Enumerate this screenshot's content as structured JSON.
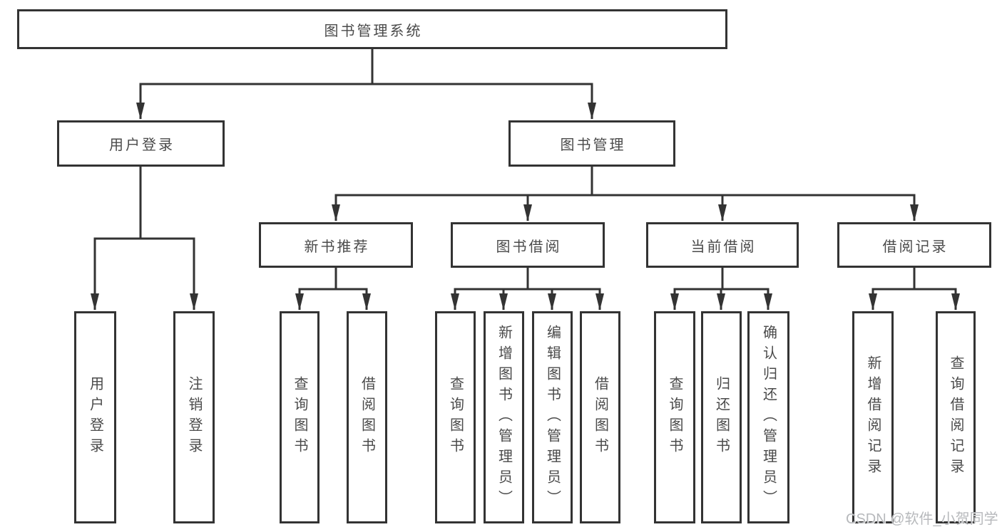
{
  "colors": {
    "line": "#333333",
    "text": "#4a4a4a",
    "watermark": "#b7b9bc",
    "background": "#ffffff"
  },
  "diagram": {
    "type": "hierarchy-tree",
    "root": {
      "label": "图书管理系统"
    },
    "level2": [
      {
        "label": "用户登录",
        "children": [
          "用户登录",
          "注销登录"
        ]
      },
      {
        "label": "图书管理",
        "children": [
          "新书推荐",
          "图书借阅",
          "当前借阅",
          "借阅记录"
        ]
      }
    ],
    "level3": [
      {
        "label": "新书推荐",
        "children": [
          "查询图书",
          "借阅图书"
        ]
      },
      {
        "label": "图书借阅",
        "children": [
          "查询图书",
          "新增图书（管理员）",
          "编辑图书（管理员）",
          "借阅图书"
        ]
      },
      {
        "label": "当前借阅",
        "children": [
          "查询图书",
          "归还图书",
          "确认归还（管理员）"
        ]
      },
      {
        "label": "借阅记录",
        "children": [
          "新增借阅记录",
          "查询借阅记录"
        ]
      }
    ],
    "leaves": [
      {
        "label": "用户登录"
      },
      {
        "label": "注销登录"
      },
      {
        "label": "查询图书"
      },
      {
        "label": "借阅图书"
      },
      {
        "label": "查询图书"
      },
      {
        "label": "新增图书（管理员）"
      },
      {
        "label": "编辑图书（管理员）"
      },
      {
        "label": "借阅图书"
      },
      {
        "label": "查询图书"
      },
      {
        "label": "归还图书"
      },
      {
        "label": "确认归还（管理员）"
      },
      {
        "label": "新增借阅记录"
      },
      {
        "label": "查询借阅记录"
      }
    ]
  },
  "watermark": {
    "text": "CSDN @软件_小贺同学"
  }
}
